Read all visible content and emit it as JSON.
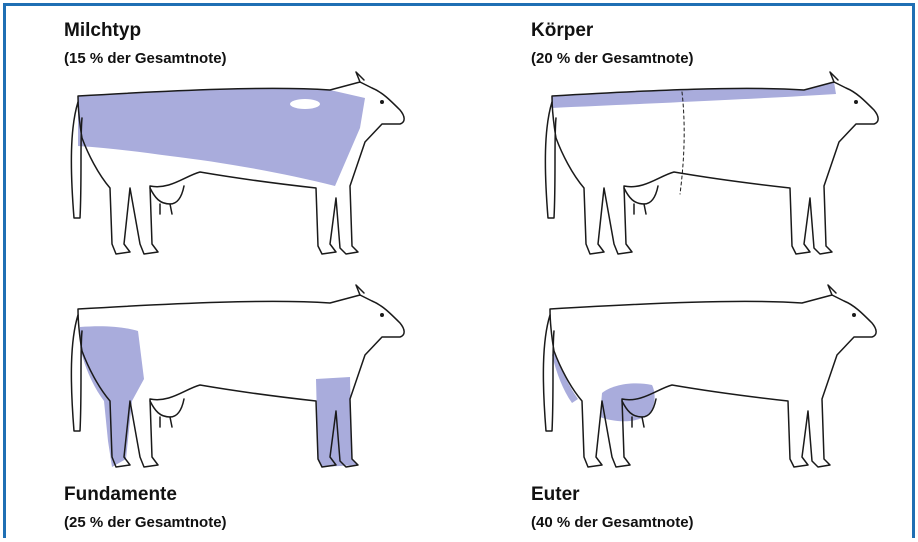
{
  "panels": [
    {
      "title": "Milchtyp",
      "subtitle": "(15 % der Gesamtnote)",
      "highlight": "dairy-strength"
    },
    {
      "title": "Körper",
      "subtitle": "(20 % der Gesamtnote)",
      "highlight": "frame-body"
    },
    {
      "title": "Fundamente",
      "subtitle": "(25 % der Gesamtnote)",
      "highlight": "feet-legs"
    },
    {
      "title": "Euter",
      "subtitle": "(40 % der Gesamtnote)",
      "highlight": "udder"
    }
  ],
  "colors": {
    "highlight": "#a9acdc",
    "outline": "#1a1a1a",
    "border": "#1f6fb4"
  }
}
